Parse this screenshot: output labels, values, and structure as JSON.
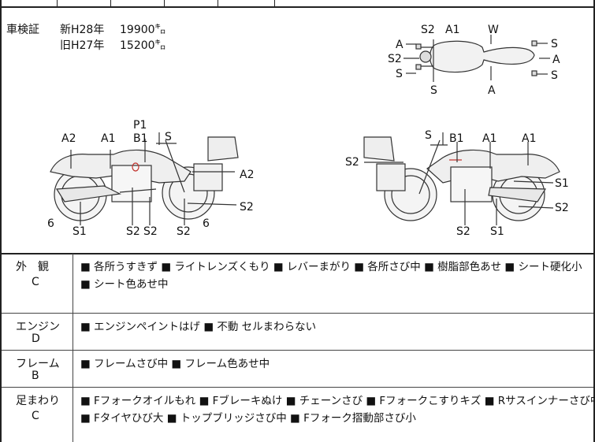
{
  "registration": {
    "label": "車検証",
    "new": {
      "era": "新H28年",
      "price": "19900㌔"
    },
    "old": {
      "era": "旧H27年",
      "price": "15200㌔"
    }
  },
  "diagram_labels": {
    "top": {
      "S2": "S2",
      "A1": "A1",
      "W": "W",
      "A_l1": "A",
      "S2_l": "S2",
      "S_l": "S",
      "S_b": "S",
      "A_b": "A",
      "S_r1": "S",
      "A_r": "A",
      "S_r2": "S"
    },
    "left": {
      "P1": "P1",
      "B1": "B1",
      "S": "S",
      "A2": "A2",
      "A1": "A1",
      "A2_r": "A2",
      "S2_r": "S2",
      "n6a": "6",
      "S1": "S1",
      "S2a": "S2",
      "S2b": "S2",
      "S2c": "S2",
      "n6b": "6"
    },
    "right": {
      "S": "S",
      "B1": "B1",
      "A1a": "A1",
      "A1b": "A1",
      "S2": "S2",
      "S1": "S1",
      "S2r": "S2",
      "S2b": "S2",
      "S1b": "S1"
    }
  },
  "conditions": [
    {
      "name": "外　観",
      "grade": "C",
      "lines": [
        "■ 各所うすきず ■ ライトレンズくもり ■ レバーまがり ■ 各所さび中 ■ 樹脂部色あせ ■ シート硬化小",
        "■ シート色あせ中"
      ]
    },
    {
      "name": "エンジン",
      "grade": "D",
      "lines": [
        "■ エンジンペイントはげ ■ 不動 セルまわらない"
      ]
    },
    {
      "name": "フレーム",
      "grade": "B",
      "lines": [
        "■ フレームさび中 ■ フレーム色あせ中"
      ]
    },
    {
      "name": "足まわり",
      "grade": "C",
      "lines": [
        "■ Fフォークオイルもれ ■ Fブレーキぬけ ■ チェーンさび ■ Fフォークこすりキズ ■ Rサスインナーさび中",
        "■ Fタイヤひび大 ■ トップブリッジさび中 ■ Fフォーク摺動部さび小"
      ]
    }
  ]
}
